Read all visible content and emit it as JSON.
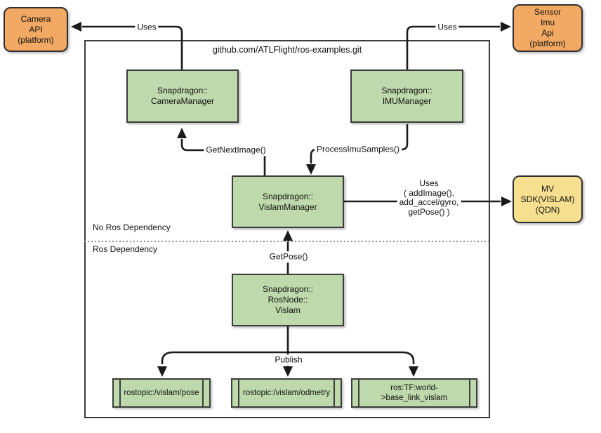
{
  "diagram": {
    "title": "github.com/ATLFlight/ros-examples.git",
    "type": "architecture-flow-diagram"
  },
  "colors": {
    "green": "#bed9ab",
    "orange": "#f2a963",
    "yellow": "#f6e08f",
    "border-dark": "#2f2f2f",
    "line": "#1a1a1a",
    "dotted": "#8a8a8a",
    "text": "#111111"
  },
  "nodes": {
    "camera_api": {
      "label": "Camera\nAPI\n(platform)"
    },
    "sensor_imu_api": {
      "label": "Sensor\nImu\nApi\n(platform)"
    },
    "camera_manager": {
      "label": "Snapdragon::\nCameraManager"
    },
    "imu_manager": {
      "label": "Snapdragon::\nIMUManager"
    },
    "vislam_manager": {
      "label": "Snapdragon::\nVislamManager"
    },
    "mv_sdk": {
      "label": "MV\nSDK(VISLAM)\n(QDN)"
    },
    "ros_node_vislam": {
      "label": "Snapdragon::\nRosNode::\nVislam"
    },
    "topic_pose": {
      "label": "rostopic:/vislam/pose"
    },
    "topic_odometry": {
      "label": "rostopic:/vislam/odmetry"
    },
    "topic_tf": {
      "label": "ros:TF:world-\n>base_link_vislam"
    }
  },
  "edge_labels": {
    "uses_camera": "Uses",
    "uses_imu": "Uses",
    "get_next_image": "GetNextImage()",
    "process_imu_samples": "ProcessImuSamples()",
    "uses_mv_sdk": "Uses\n( addImage(),\nadd_accel/gyro,\ngetPose() )",
    "get_pose": "GetPose()",
    "publish": "Publish"
  },
  "regions": {
    "no_ros_dependency": "No Ros Dependency",
    "ros_dependency": "Ros Dependency"
  }
}
